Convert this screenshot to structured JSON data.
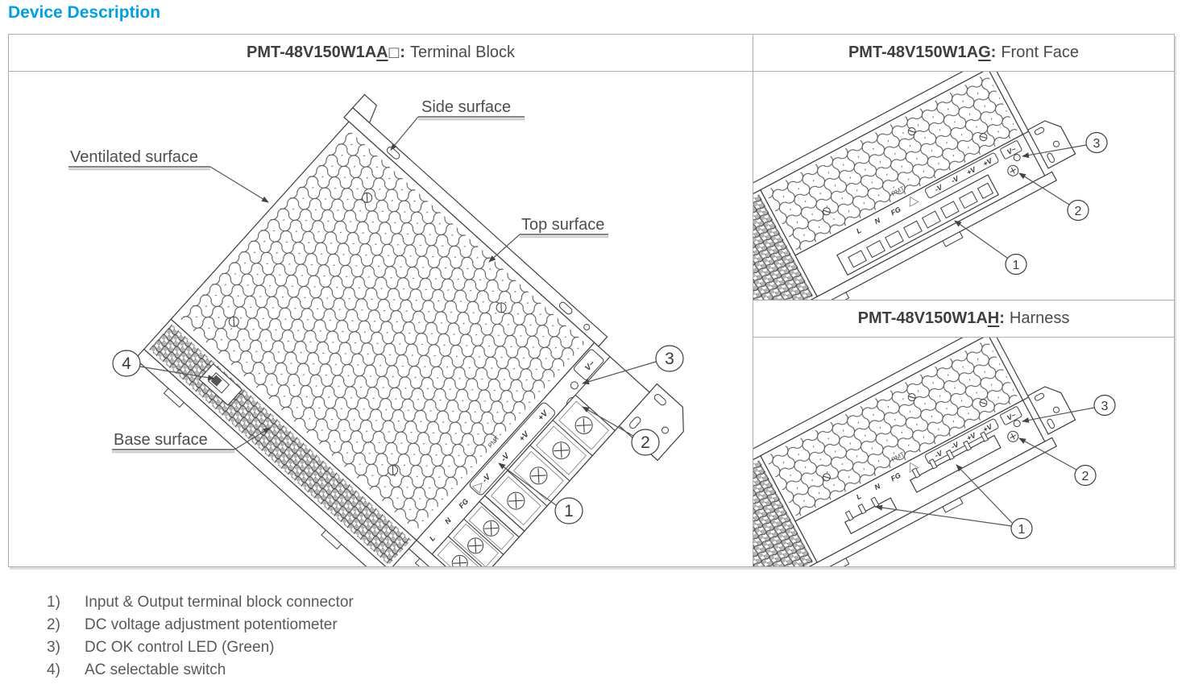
{
  "title": "Device Description",
  "table": {
    "main": {
      "model": "PMT-48V150W1A",
      "model_u": "A",
      "model_box": "□",
      "model_colon": ":",
      "variant": "Terminal Block"
    },
    "front": {
      "model": "PMT-48V150W1A",
      "model_u": "G",
      "model_colon": ":",
      "variant": "Front Face"
    },
    "harness": {
      "model": "PMT-48V150W1A",
      "model_u": "H",
      "model_colon": ":",
      "variant": "Harness"
    }
  },
  "diagram": {
    "labels": {
      "side": "Side surface",
      "ventilated": "Ventilated surface",
      "top": "Top surface",
      "base": "Base surface"
    },
    "callouts": {
      "n1": "1",
      "n2": "2",
      "n3": "3",
      "n4": "4"
    },
    "device_text": {
      "vadj": "V~",
      "pv": "+V",
      "nv": "-V",
      "fg": "FG",
      "n": "N",
      "l": "L",
      "pmt": "PMT"
    }
  },
  "legend": [
    {
      "num": "1)",
      "text": "Input & Output terminal block connector"
    },
    {
      "num": "2)",
      "text": "DC voltage adjustment potentiometer"
    },
    {
      "num": "3)",
      "text": "DC OK control LED (Green)"
    },
    {
      "num": "4)",
      "text": "AC selectable switch"
    }
  ],
  "colors": {
    "accent": "#00A0E1",
    "line": "#3f3f3f",
    "text": "#595959",
    "border": "#adadad"
  }
}
